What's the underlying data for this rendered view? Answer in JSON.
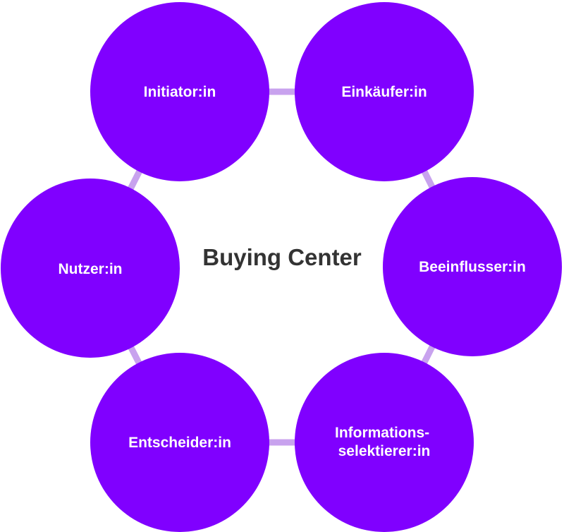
{
  "diagram": {
    "title": "Buying Center",
    "nodes": [
      {
        "id": "initiator",
        "lines": [
          "Initiator:in"
        ]
      },
      {
        "id": "einkaeufer",
        "lines": [
          "Einkäufer:in"
        ]
      },
      {
        "id": "beeinflusser",
        "lines": [
          "Beeinflusser:in"
        ]
      },
      {
        "id": "informationsselektierer",
        "lines": [
          "Informations-",
          "selektierer:in"
        ]
      },
      {
        "id": "entscheider",
        "lines": [
          "Entscheider:in"
        ]
      },
      {
        "id": "nutzer",
        "lines": [
          "Nutzer:in"
        ]
      }
    ]
  },
  "colors": {
    "node_fill": "#8000ff",
    "ring": "#c8a2ee",
    "node_text": "#ffffff",
    "title_text": "#333333",
    "background": "#ffffff"
  }
}
